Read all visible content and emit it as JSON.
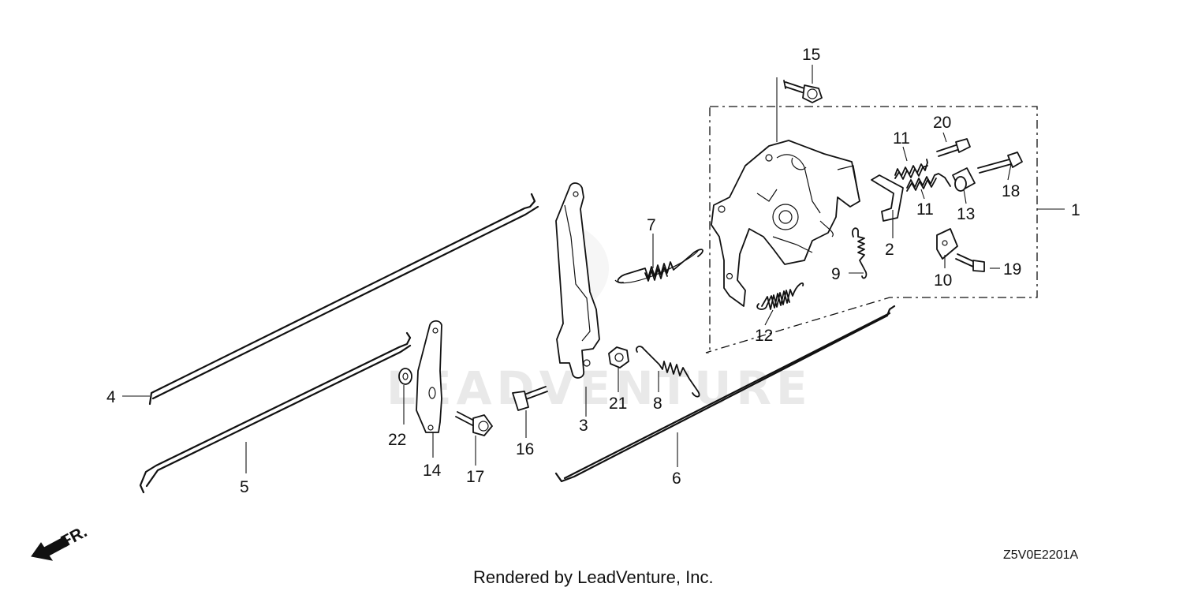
{
  "diagram": {
    "callouts": {
      "c1": "1",
      "c2": "2",
      "c3": "3",
      "c4": "4",
      "c5": "5",
      "c6": "6",
      "c7": "7",
      "c8": "8",
      "c9": "9",
      "c10": "10",
      "c11a": "11",
      "c11b": "11",
      "c12": "12",
      "c13": "13",
      "c14": "14",
      "c15": "15",
      "c16": "16",
      "c17": "17",
      "c18": "18",
      "c19": "19",
      "c20": "20",
      "c21": "21",
      "c22": "22"
    },
    "front_label": "FR.",
    "diagram_code": "Z5V0E2201A",
    "watermark": "LEADVENTURE",
    "footer": "Rendered by LeadVenture, Inc."
  }
}
